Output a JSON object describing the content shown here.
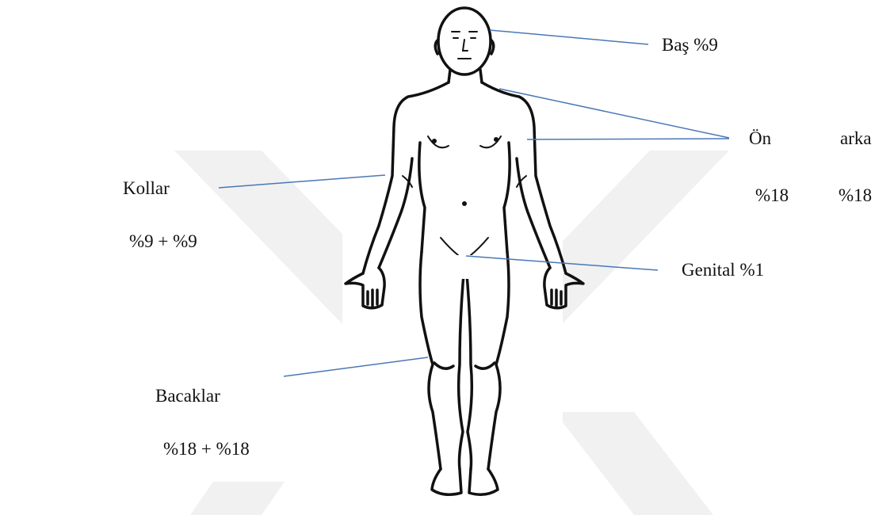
{
  "labels": {
    "head": "Baş %9",
    "front": "Ön",
    "back": "arka",
    "front_pct": "%18",
    "back_pct": "%18",
    "arms": "Kollar",
    "arms_pct": "%9 + %9",
    "genital": "Genital %1",
    "legs": "Bacaklar",
    "legs_pct": "%18 + %18"
  },
  "colors": {
    "leader_line": "#4a78b5",
    "watermark": "#f1f1f1",
    "outline": "#111111"
  }
}
